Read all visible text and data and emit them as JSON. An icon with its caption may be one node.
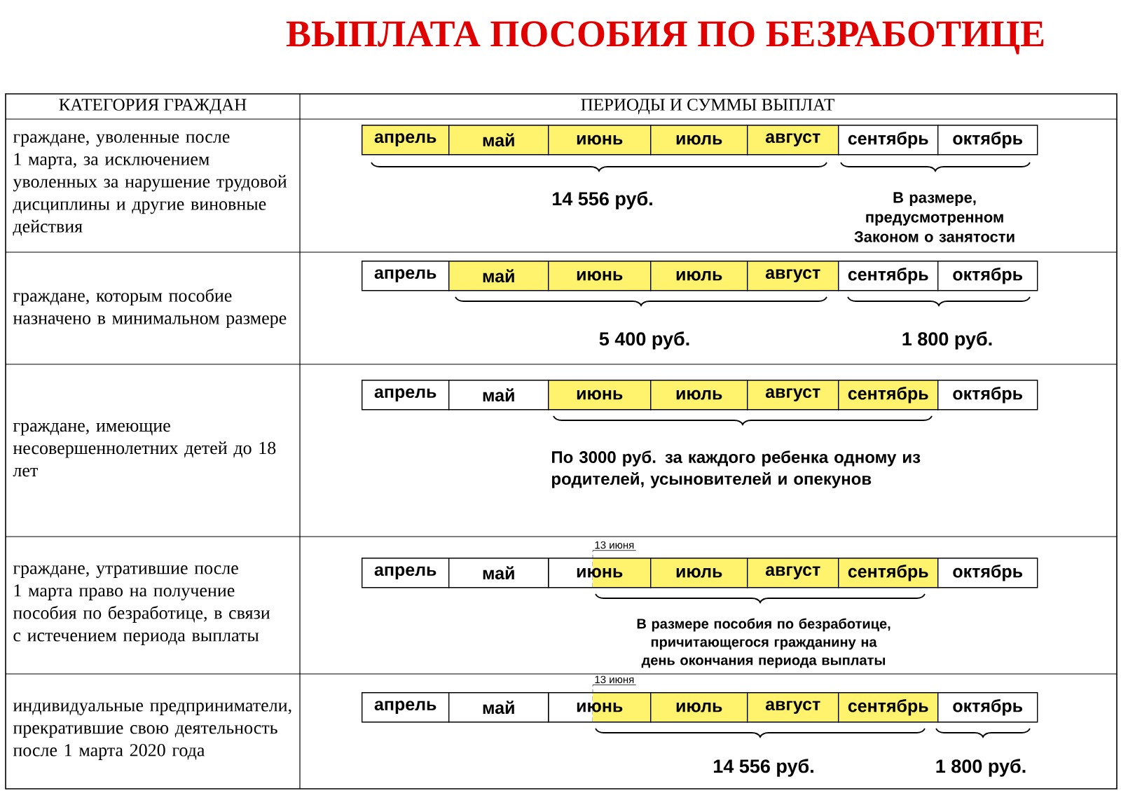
{
  "diagram": {
    "title": "ВЫПЛАТА ПОСОБИЯ ПО БЕЗРАБОТИЦЕ",
    "nodes": [
      {
        "text": [
          "апрель"
        ]
      },
      {
        "text": [
          "май"
        ]
      },
      {
        "text": [
          "июнь"
        ]
      },
      {
        "text": [
          "июль"
        ]
      },
      {
        "text": [
          "август"
        ]
      },
      {
        "text": [
          "сентябрь"
        ]
      },
      {
        "text": [
          "октябрь"
        ]
      },
      {
        "text": [
          "апрель"
        ]
      },
      {
        "text": [
          "май"
        ]
      },
      {
        "text": [
          "июнь"
        ]
      },
      {
        "text": [
          "июль"
        ]
      },
      {
        "text": [
          "август"
        ]
      },
      {
        "text": [
          "сентябрь"
        ]
      },
      {
        "text": [
          "октябрь"
        ]
      },
      {
        "text": [
          "апрель"
        ]
      },
      {
        "text": [
          "май"
        ]
      },
      {
        "text": [
          "июнь"
        ]
      },
      {
        "text": [
          "июль"
        ]
      },
      {
        "text": [
          "август"
        ]
      },
      {
        "text": [
          "сентябрь"
        ]
      },
      {
        "text": [
          "октябрь"
        ]
      },
      {
        "text": [
          "апрель"
        ]
      },
      {
        "text": [
          "май"
        ]
      },
      {
        "text": [
          "июнь"
        ]
      },
      {
        "text": [
          "июль"
        ]
      },
      {
        "text": [
          "август"
        ]
      },
      {
        "text": [
          "сентябрь"
        ]
      },
      {
        "text": [
          "октябрь"
        ]
      },
      {
        "text": [
          "апрель"
        ]
      },
      {
        "text": [
          "май"
        ]
      },
      {
        "text": [
          "июнь"
        ]
      },
      {
        "text": [
          "июль"
        ]
      },
      {
        "text": [
          "август"
        ]
      },
      {
        "text": [
          "сентябрь"
        ]
      },
      {
        "text": [
          "октябрь"
        ]
      }
    ],
    "labels": [
      "КАТЕГОРИЯ ГРАЖДАН",
      "ПЕРИОДЫ И СУММЫ ВЫПЛАТ",
      "граждане, уволенные после 1 марта, за исключением уволенных за нарушение трудовой дисциплины и другие виновные действия",
      "14 556 руб.",
      "В размере, предусмотренном Законом о занятости",
      "граждане, которым пособие назначено в минимальном размере",
      "5 400 руб.",
      "1 800 руб.",
      "граждане, имеющие несовершеннолетних детей до 18 лет",
      "По 3000 руб. за каждого ребенка одному из родителей, усыновителей и опекунов",
      "13 июня",
      "граждане, утратившие после 1 марта право на получение пособия по безработице, в связи с истечением периода выплаты",
      "В размере пособия по безработице, причитающегося гражданину на день окончания периода выплаты",
      "13 июня",
      "индивидуальные предприниматели, прекратившие свою деятельность после 1 марта 2020 года",
      "14 556 руб.",
      "1 800 руб."
    ]
  }
}
